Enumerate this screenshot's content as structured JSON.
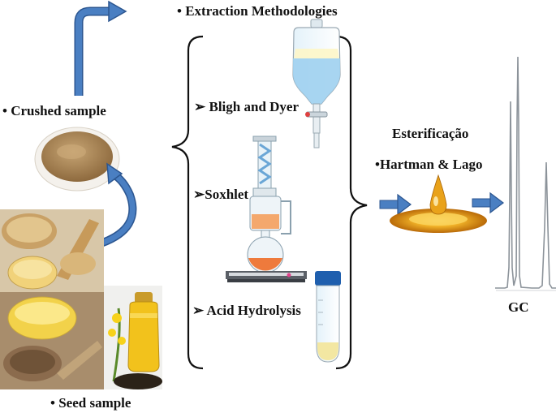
{
  "labels": {
    "extraction": "• Extraction Methodologies",
    "crushed": "• Crushed sample",
    "bligh": "➢ Bligh and Dyer",
    "soxhlet": "➢Soxhlet",
    "acid": "➢ Acid Hydrolysis",
    "esterification": "Esterificação",
    "hartman": "•Hartman & Lago",
    "gc": "GC",
    "seed": "• Seed sample"
  },
  "colors": {
    "arrow_blue": "#3e6fb0",
    "bracket": "#111111",
    "oil_gold": "#e9a21a",
    "funnel_liquid": "#9fd0f0",
    "flask_orange": "#ee7a3c"
  }
}
